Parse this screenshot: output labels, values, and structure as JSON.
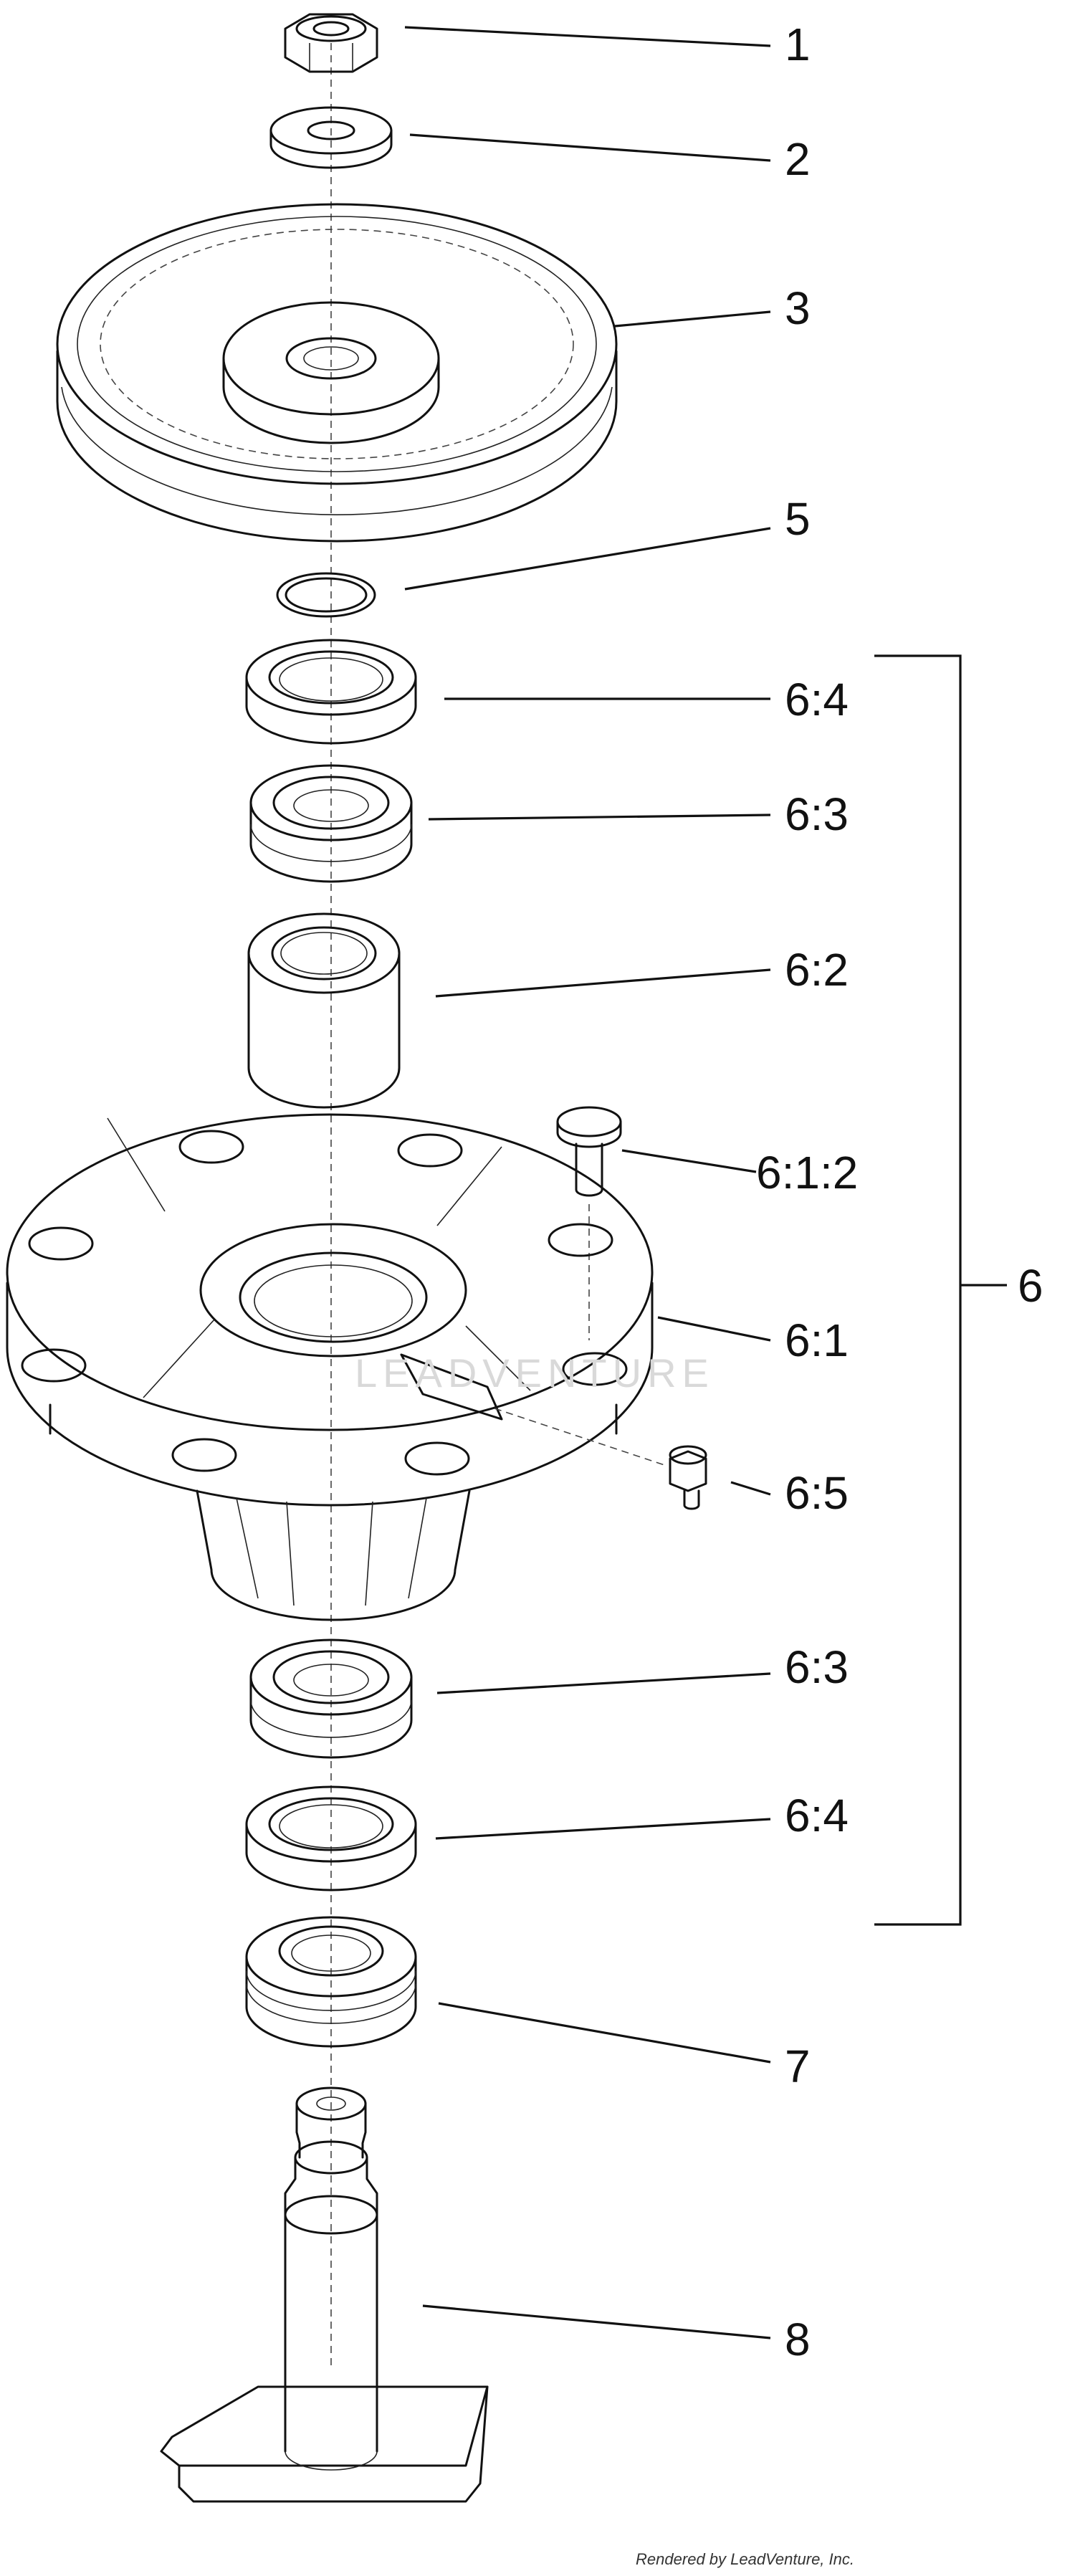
{
  "callouts": {
    "c1": "1",
    "c2": "2",
    "c3": "3",
    "c5": "5",
    "c6_4_top": "6:4",
    "c6_3_top": "6:3",
    "c6_2": "6:2",
    "c6_1_2": "6:1:2",
    "c6_1": "6:1",
    "c6_5": "6:5",
    "c6_3_bottom": "6:3",
    "c6_4_bottom": "6:4",
    "c7": "7",
    "c8": "8",
    "c6_group": "6"
  },
  "watermark": "LEADVENTURE",
  "credit": "Rendered by LeadVenture, Inc."
}
